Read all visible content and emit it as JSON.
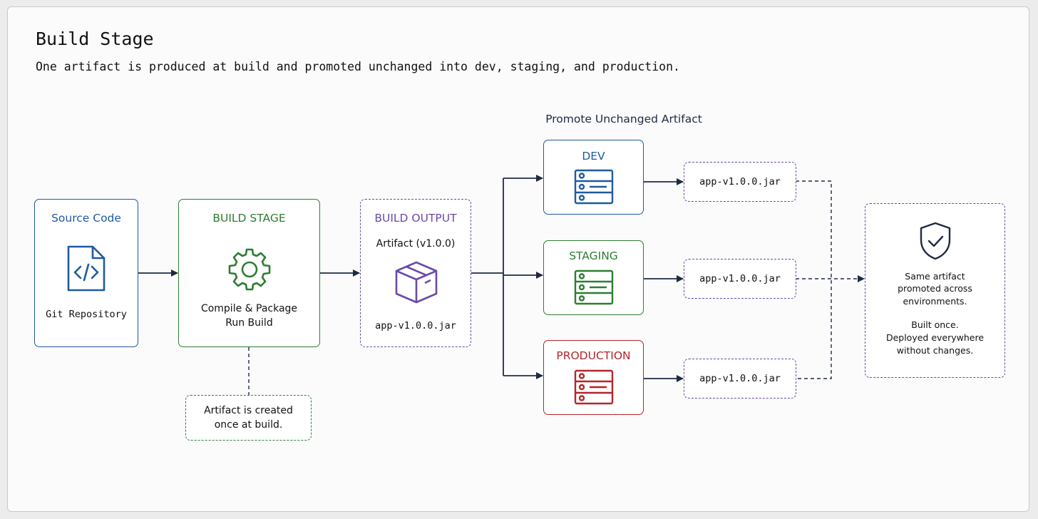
{
  "header": {
    "title": "Build Stage",
    "subtitle": "One artifact is produced at build and promoted unchanged into dev, staging, and production."
  },
  "group_label": "Promote Unchanged Artifact",
  "source": {
    "title": "Source Code",
    "caption": "Git Repository",
    "icon": "code-file-icon"
  },
  "build": {
    "title": "BUILD STAGE",
    "line1": "Compile & Package",
    "line2": "Run Build",
    "icon": "gear-icon"
  },
  "build_note": {
    "line1": "Artifact is created",
    "line2": "once at build."
  },
  "output": {
    "title": "BUILD OUTPUT",
    "artifact": "Artifact (v1.0.0)",
    "file": "app-v1.0.0.jar",
    "icon": "package-box-icon"
  },
  "environments": [
    {
      "name": "DEV",
      "artifact": "app-v1.0.0.jar",
      "color": "#1f5aa0",
      "icon": "server-icon"
    },
    {
      "name": "STAGING",
      "artifact": "app-v1.0.0.jar",
      "color": "#2e7d32",
      "icon": "server-icon"
    },
    {
      "name": "PRODUCTION",
      "artifact": "app-v1.0.0.jar",
      "color": "#b3262b",
      "icon": "server-icon"
    }
  ],
  "summary": {
    "icon": "shield-check-icon",
    "line1": "Same artifact",
    "line2": "promoted across",
    "line3": "environments.",
    "line4": "Built once.",
    "line5": "Deployed everywhere",
    "line6": "without changes."
  },
  "colors": {
    "blue": "#1f5aa0",
    "green": "#2e7d32",
    "purple": "#6a4aa8",
    "red": "#b3262b",
    "navy": "#1e2a44"
  }
}
